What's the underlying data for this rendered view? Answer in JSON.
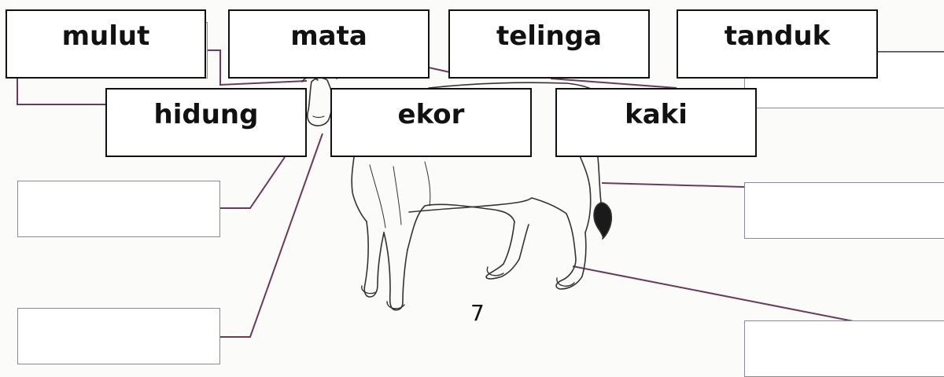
{
  "page_number": "7",
  "word_cards": [
    {
      "name": "mulut",
      "label": "mulut"
    },
    {
      "name": "mata",
      "label": "mata"
    },
    {
      "name": "telinga",
      "label": "telinga"
    },
    {
      "name": "tanduk",
      "label": "tanduk"
    },
    {
      "name": "hidung",
      "label": "hidung"
    },
    {
      "name": "ekor",
      "label": "ekor"
    },
    {
      "name": "kaki",
      "label": "kaki"
    }
  ],
  "colors": {
    "card_border": "#111111",
    "answer_box_border": "#8a8a96",
    "leader_line": "#6b3a5a",
    "drawing": "#333333"
  }
}
